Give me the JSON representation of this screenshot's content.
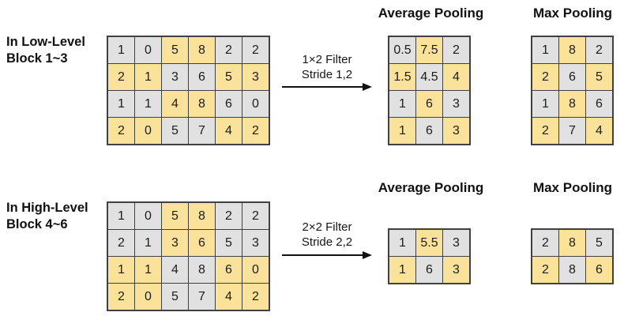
{
  "palette": {
    "cell_highlight": "#FBE29A",
    "cell_plain": "#E1E1E1",
    "grid_border": "#404040",
    "text": "#1c1c1c"
  },
  "sections": [
    {
      "id": "low",
      "row_label": {
        "line1": "In Low-Level",
        "line2": "Block 1~3"
      },
      "headings": {
        "average": "Average Pooling",
        "max": "Max Pooling"
      },
      "filter_label": {
        "line1": "1×2 Filter",
        "line2": "Stride 1,2"
      },
      "matrices": {
        "input": {
          "cols": 6,
          "cells": [
            {
              "v": "1",
              "h": false
            },
            {
              "v": "0",
              "h": false
            },
            {
              "v": "5",
              "h": true
            },
            {
              "v": "8",
              "h": true
            },
            {
              "v": "2",
              "h": false
            },
            {
              "v": "2",
              "h": false
            },
            {
              "v": "2",
              "h": true
            },
            {
              "v": "1",
              "h": true
            },
            {
              "v": "3",
              "h": false
            },
            {
              "v": "6",
              "h": false
            },
            {
              "v": "5",
              "h": true
            },
            {
              "v": "3",
              "h": true
            },
            {
              "v": "1",
              "h": false
            },
            {
              "v": "1",
              "h": false
            },
            {
              "v": "4",
              "h": true
            },
            {
              "v": "8",
              "h": true
            },
            {
              "v": "6",
              "h": false
            },
            {
              "v": "0",
              "h": false
            },
            {
              "v": "2",
              "h": true
            },
            {
              "v": "0",
              "h": true
            },
            {
              "v": "5",
              "h": false
            },
            {
              "v": "7",
              "h": false
            },
            {
              "v": "4",
              "h": true
            },
            {
              "v": "2",
              "h": true
            }
          ]
        },
        "average": {
          "cols": 3,
          "cells": [
            {
              "v": "0.5",
              "h": false
            },
            {
              "v": "7.5",
              "h": true
            },
            {
              "v": "2",
              "h": false
            },
            {
              "v": "1.5",
              "h": true
            },
            {
              "v": "4.5",
              "h": false
            },
            {
              "v": "4",
              "h": true
            },
            {
              "v": "1",
              "h": false
            },
            {
              "v": "6",
              "h": true
            },
            {
              "v": "3",
              "h": false
            },
            {
              "v": "1",
              "h": true
            },
            {
              "v": "6",
              "h": false
            },
            {
              "v": "3",
              "h": true
            }
          ]
        },
        "max": {
          "cols": 3,
          "cells": [
            {
              "v": "1",
              "h": false
            },
            {
              "v": "8",
              "h": true
            },
            {
              "v": "2",
              "h": false
            },
            {
              "v": "2",
              "h": true
            },
            {
              "v": "6",
              "h": false
            },
            {
              "v": "5",
              "h": true
            },
            {
              "v": "1",
              "h": false
            },
            {
              "v": "8",
              "h": true
            },
            {
              "v": "6",
              "h": false
            },
            {
              "v": "2",
              "h": true
            },
            {
              "v": "7",
              "h": false
            },
            {
              "v": "4",
              "h": true
            }
          ]
        }
      }
    },
    {
      "id": "high",
      "row_label": {
        "line1": "In High-Level",
        "line2": "Block 4~6"
      },
      "headings": {
        "average": "Average Pooling",
        "max": "Max Pooling"
      },
      "filter_label": {
        "line1": "2×2 Filter",
        "line2": "Stride 2,2"
      },
      "matrices": {
        "input": {
          "cols": 6,
          "cells": [
            {
              "v": "1",
              "h": false
            },
            {
              "v": "0",
              "h": false
            },
            {
              "v": "5",
              "h": true
            },
            {
              "v": "8",
              "h": true
            },
            {
              "v": "2",
              "h": false
            },
            {
              "v": "2",
              "h": false
            },
            {
              "v": "2",
              "h": false
            },
            {
              "v": "1",
              "h": false
            },
            {
              "v": "3",
              "h": true
            },
            {
              "v": "6",
              "h": true
            },
            {
              "v": "5",
              "h": false
            },
            {
              "v": "3",
              "h": false
            },
            {
              "v": "1",
              "h": true
            },
            {
              "v": "1",
              "h": true
            },
            {
              "v": "4",
              "h": false
            },
            {
              "v": "8",
              "h": false
            },
            {
              "v": "6",
              "h": true
            },
            {
              "v": "0",
              "h": true
            },
            {
              "v": "2",
              "h": true
            },
            {
              "v": "0",
              "h": true
            },
            {
              "v": "5",
              "h": false
            },
            {
              "v": "7",
              "h": false
            },
            {
              "v": "4",
              "h": true
            },
            {
              "v": "2",
              "h": true
            }
          ]
        },
        "average": {
          "cols": 3,
          "cells": [
            {
              "v": "1",
              "h": false
            },
            {
              "v": "5.5",
              "h": true
            },
            {
              "v": "3",
              "h": false
            },
            {
              "v": "1",
              "h": true
            },
            {
              "v": "6",
              "h": false
            },
            {
              "v": "3",
              "h": true
            }
          ]
        },
        "max": {
          "cols": 3,
          "cells": [
            {
              "v": "2",
              "h": false
            },
            {
              "v": "8",
              "h": true
            },
            {
              "v": "5",
              "h": false
            },
            {
              "v": "2",
              "h": true
            },
            {
              "v": "8",
              "h": false
            },
            {
              "v": "6",
              "h": true
            }
          ]
        }
      }
    }
  ]
}
